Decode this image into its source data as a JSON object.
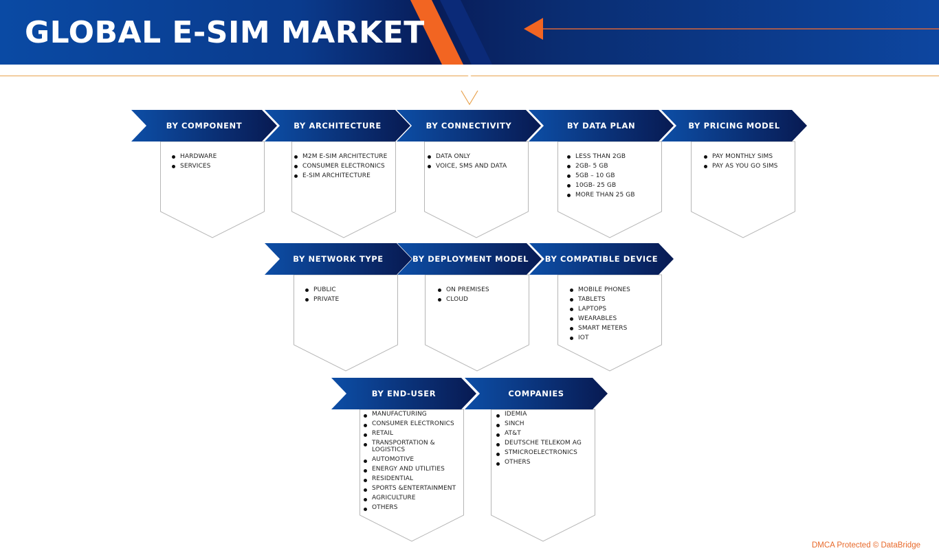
{
  "header": {
    "title": "GLOBAL E-SIM MARKET"
  },
  "segments": [
    {
      "label": "BY COMPONENT",
      "items": [
        "HARDWARE",
        "SERVICES"
      ]
    },
    {
      "label": "BY ARCHITECTURE",
      "items": [
        "M2M E-SIM ARCHITECTURE",
        "CONSUMER ELECTRONICS",
        "E-SIM ARCHITECTURE"
      ]
    },
    {
      "label": "BY CONNECTIVITY",
      "items": [
        "DATA ONLY",
        "VOICE, SMS AND DATA"
      ]
    },
    {
      "label": "BY DATA PLAN",
      "items": [
        "LESS THAN 2GB",
        "2GB- 5 GB",
        "5GB – 10 GB",
        "10GB- 25 GB",
        "MORE THAN 25 GB"
      ]
    },
    {
      "label": "BY PRICING MODEL",
      "items": [
        "PAY MONTHLY SIMS",
        "PAY AS YOU GO SIMS"
      ]
    },
    {
      "label": "BY NETWORK TYPE",
      "items": [
        "PUBLIC",
        "PRIVATE"
      ]
    },
    {
      "label": "BY DEPLOYMENT MODEL",
      "items": [
        "ON PREMISES",
        "CLOUD"
      ]
    },
    {
      "label": "BY COMPATIBLE DEVICE",
      "items": [
        "MOBILE PHONES",
        "TABLETS",
        "LAPTOPS",
        "WEARABLES",
        "SMART METERS",
        "IOT"
      ]
    },
    {
      "label": "BY END-USER",
      "items": [
        "MANUFACTURING",
        "CONSUMER ELECTRONICS",
        "RETAIL",
        "TRANSPORTATION & LOGISTICS",
        "AUTOMOTIVE",
        "ENERGY AND UTILITIES",
        "RESIDENTIAL",
        "SPORTS &ENTERTAINMENT",
        "AGRICULTURE",
        "OTHERS"
      ]
    },
    {
      "label": "COMPANIES",
      "items": [
        "IDEMIA",
        "SINCH",
        "AT&T",
        "DEUTSCHE TELEKOM AG",
        "STMICROELECTRONICS",
        "OTHERS"
      ]
    }
  ],
  "footer": {
    "note": "DMCA Protected © DataBridge"
  },
  "colors": {
    "header_blue": "#0a3b8d",
    "header_dark": "#081c58",
    "accent_orange": "#f26522",
    "arrow_light": "#0d4ea6",
    "arrow_dark": "#081a52",
    "card_border": "#b5b5b5",
    "footer_text": "#e8692a"
  }
}
